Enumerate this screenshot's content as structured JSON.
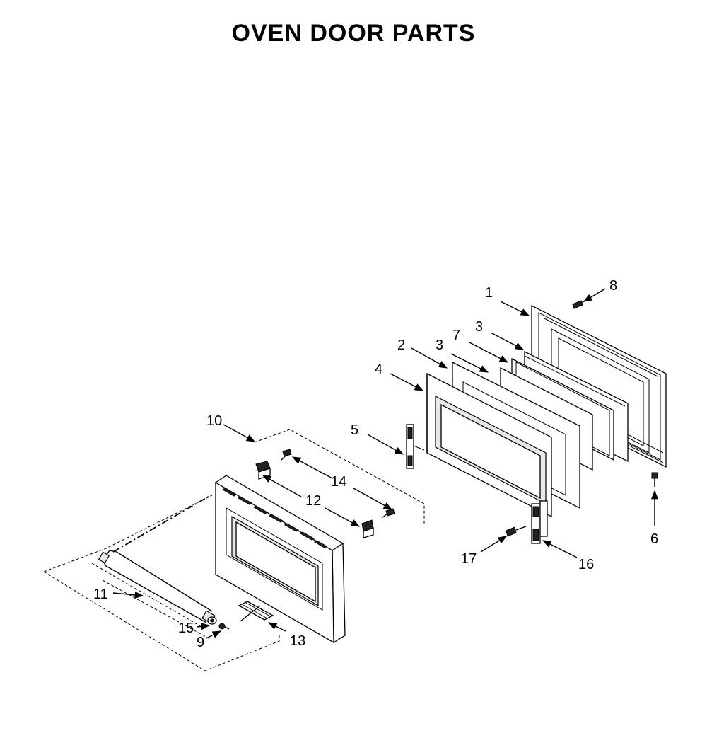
{
  "title": "OVEN DOOR PARTS",
  "callouts": [
    {
      "id": "c1",
      "text": "1"
    },
    {
      "id": "c2",
      "text": "2"
    },
    {
      "id": "c3a",
      "text": "3"
    },
    {
      "id": "c3b",
      "text": "3"
    },
    {
      "id": "c4",
      "text": "4"
    },
    {
      "id": "c5",
      "text": "5"
    },
    {
      "id": "c6",
      "text": "6"
    },
    {
      "id": "c7",
      "text": "7"
    },
    {
      "id": "c8",
      "text": "8"
    },
    {
      "id": "c9",
      "text": "9"
    },
    {
      "id": "c10",
      "text": "10"
    },
    {
      "id": "c11",
      "text": "11"
    },
    {
      "id": "c12",
      "text": "12"
    },
    {
      "id": "c13",
      "text": "13"
    },
    {
      "id": "c14",
      "text": "14"
    },
    {
      "id": "c15",
      "text": "15"
    },
    {
      "id": "c16",
      "text": "16"
    },
    {
      "id": "c17",
      "text": "17"
    }
  ]
}
